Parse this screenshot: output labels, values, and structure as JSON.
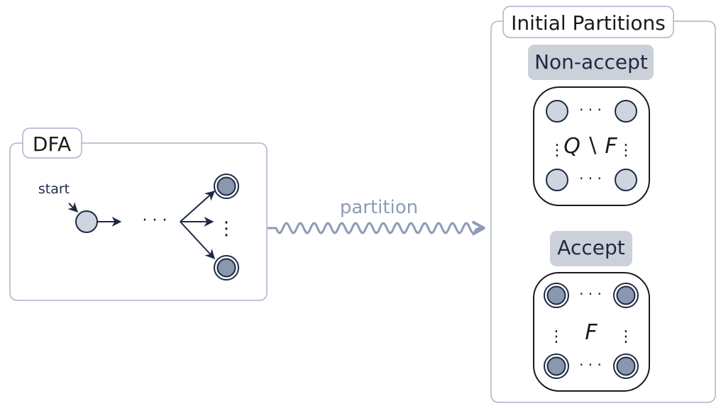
{
  "dfa": {
    "title": "DFA",
    "start_label": "start",
    "dots_h": "· · ·",
    "dots_v": "⋮"
  },
  "arrow": {
    "label": "partition"
  },
  "partitions": {
    "title": "Initial Partitions",
    "non_accept": {
      "label": "Non-accept",
      "set_q": "Q",
      "set_sep": "∖",
      "set_f": "F",
      "dots_h": "· · ·",
      "dots_v": "⋮"
    },
    "accept": {
      "label": "Accept",
      "set": "F",
      "dots_h": "· · ·",
      "dots_v": "⋮"
    }
  },
  "colors": {
    "frame": "#a9b4c8",
    "ink": "#1e2a44",
    "state_fill": "#cfd5de",
    "accept_fill": "#8a97b0",
    "partition_arrow": "#8e9bb6",
    "label_bg": "#ccd1d9"
  }
}
